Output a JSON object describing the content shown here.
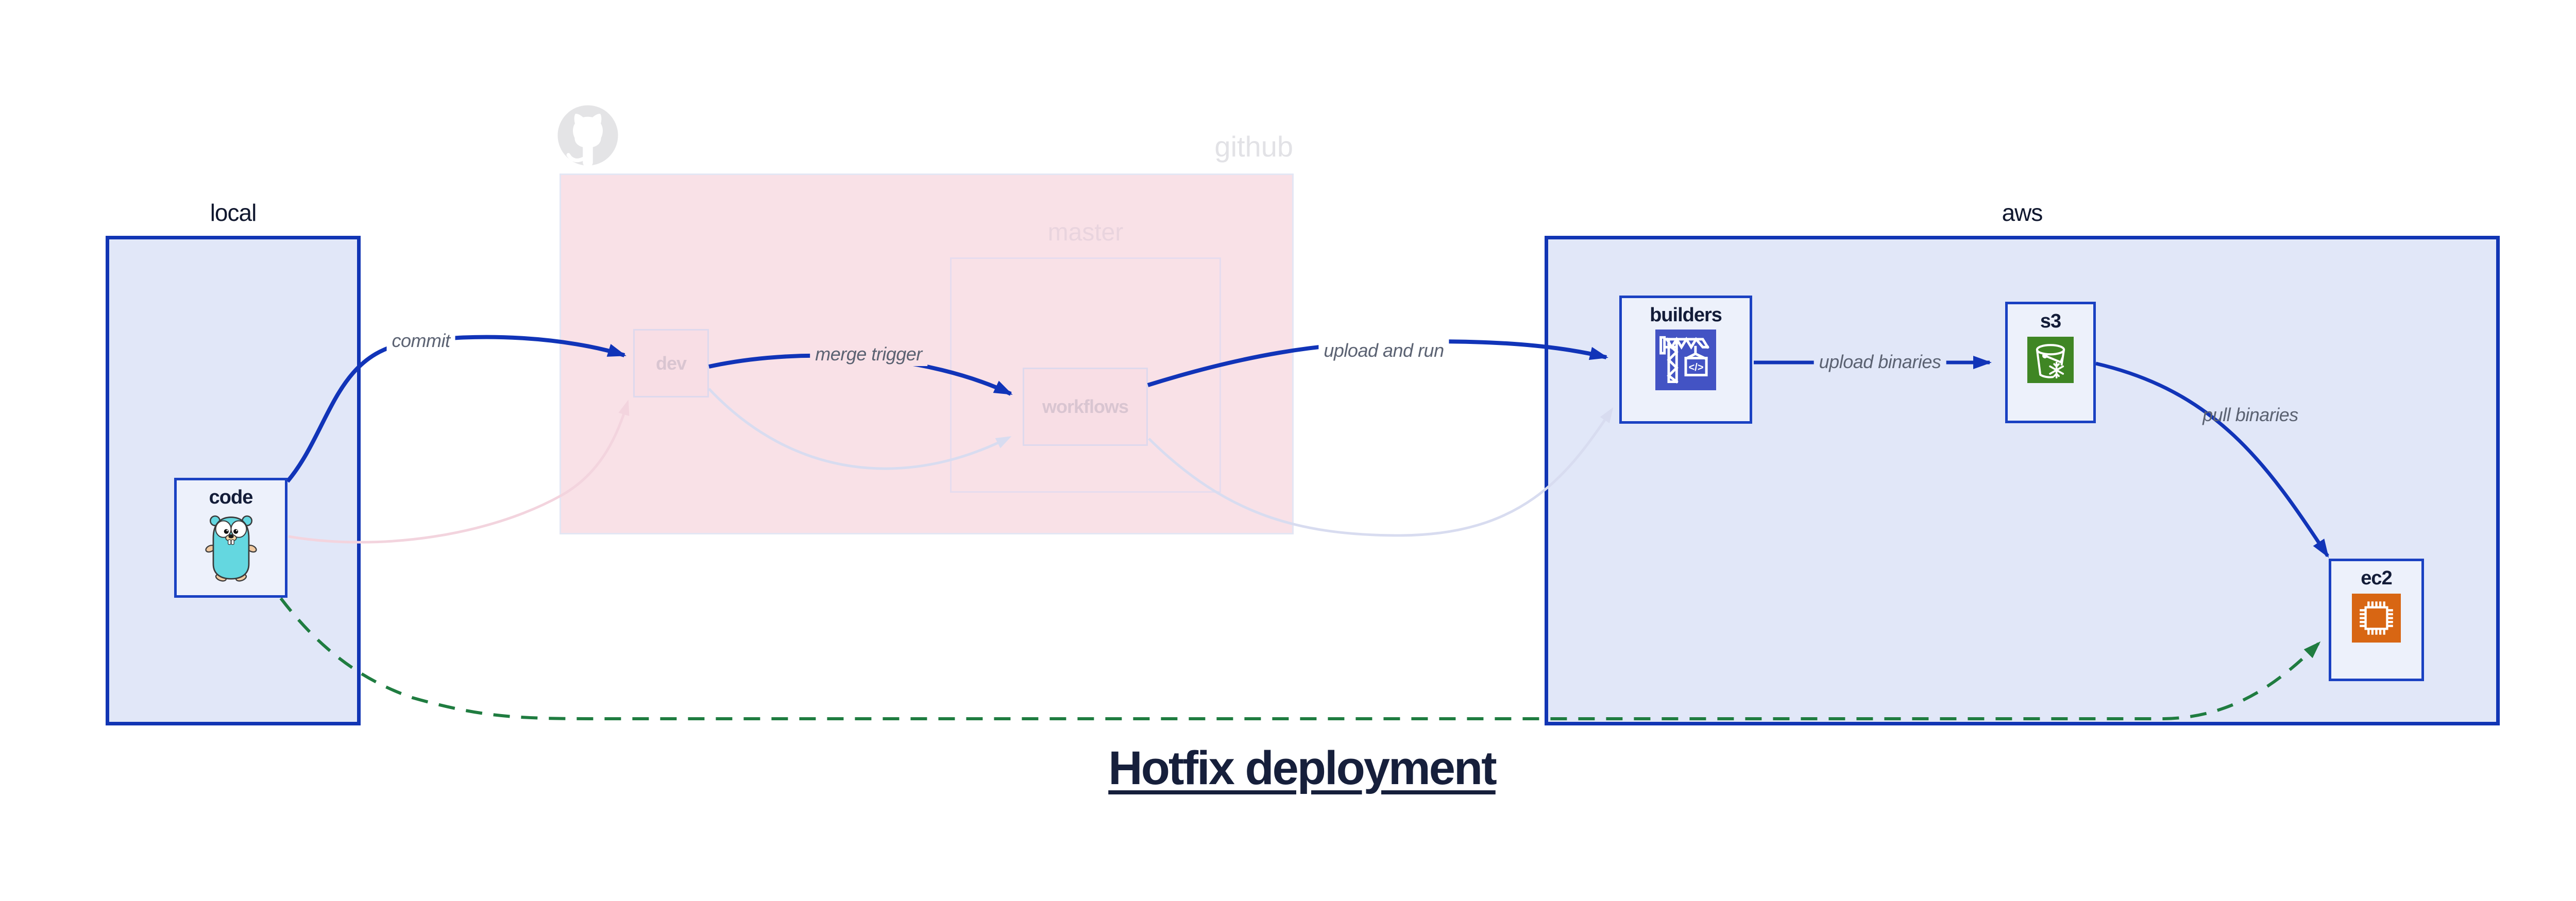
{
  "title": "Hotfix deployment",
  "containers": {
    "local": "local",
    "github": "github",
    "master": "master",
    "aws": "aws"
  },
  "nodes": {
    "code": "code",
    "dev": "dev",
    "workflows": "workflows",
    "builders": "builders",
    "s3": "s3",
    "ec2": "ec2"
  },
  "edges": {
    "commit": "commit",
    "merge_trigger": "merge trigger",
    "upload_and_run": "upload and run",
    "upload_binaries": "upload binaries",
    "pull_binaries": "pull binaries"
  },
  "icons": {
    "code": "gopher-icon",
    "github": "octocat-icon",
    "builders": "crane-icon",
    "s3": "bucket-snowflake-icon",
    "ec2": "chip-icon"
  },
  "colors": {
    "container_fill": "#e1e7f8",
    "container_border": "#1135b4",
    "node_fill": "#edf1fb",
    "node_border": "#1a41c2",
    "pink_fill": "#f9e1e7",
    "blue_arrow": "#1134b8",
    "green_dashed_arrow": "#1f7c40",
    "faded_pink_arrow": "#f3d4de",
    "faded_lavender_arrow": "#d8dcf0",
    "edge_label_text": "#5b6272",
    "navy_text": "#131c38",
    "faded_text": "#d9c5d1",
    "github_gray": "#e2e2e6",
    "builders_icon_bg": "#4353c4",
    "s3_icon_bg": "#3f8624",
    "ec2_icon_bg": "#d86613",
    "gopher_body": "#64d7e0"
  }
}
